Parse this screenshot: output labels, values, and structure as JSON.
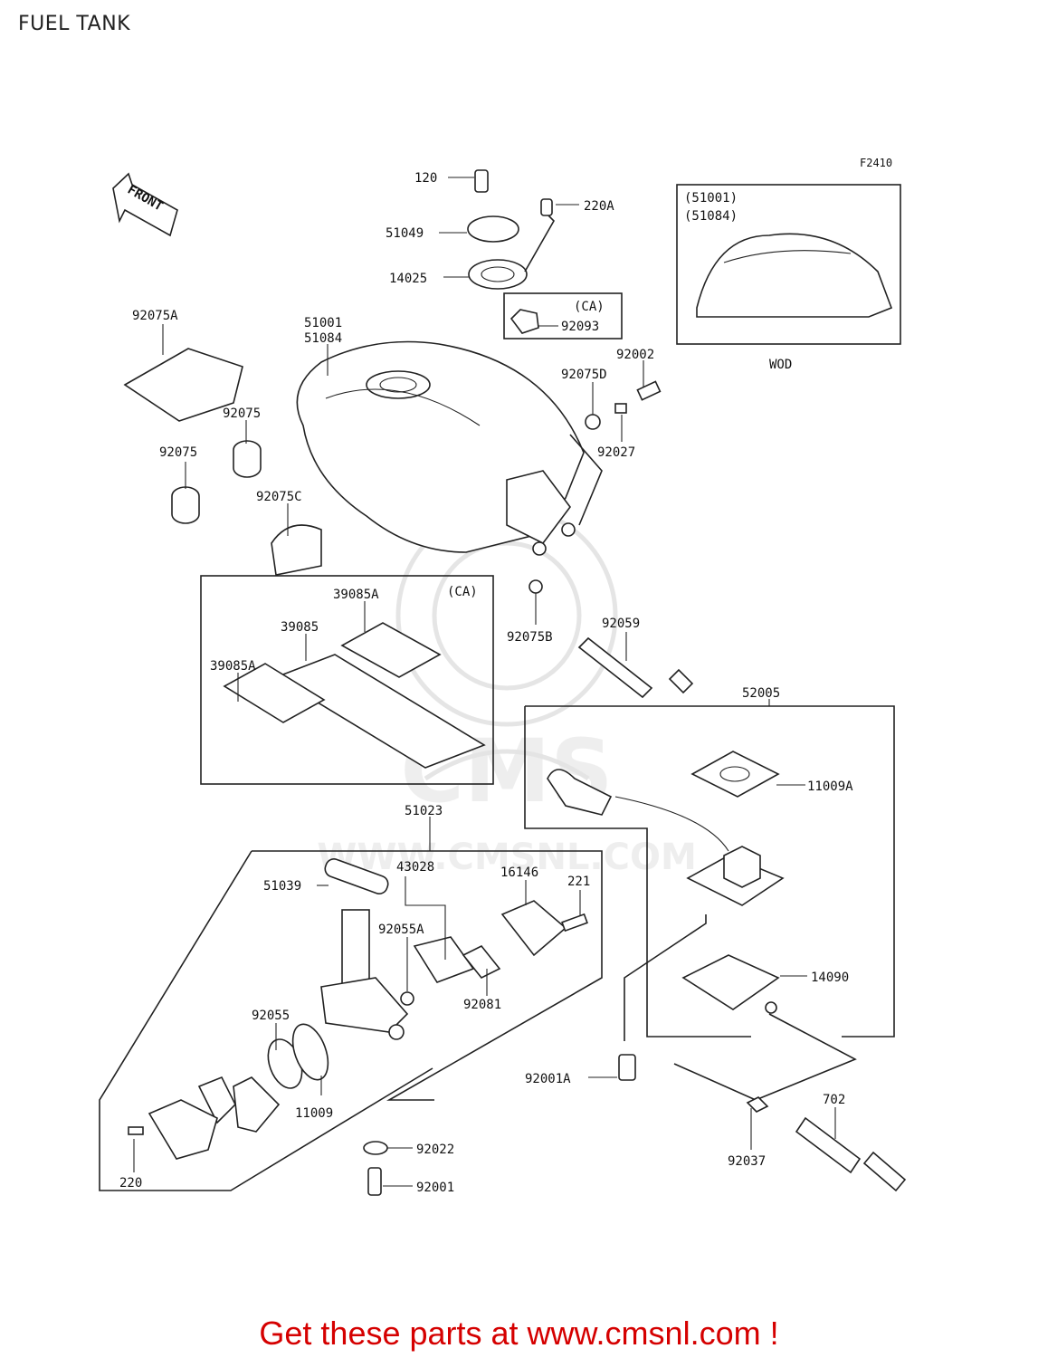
{
  "title": "FUEL TANK",
  "footer": "Get these parts at www.cmsnl.com !",
  "diagram_id": "F2410",
  "front_label": "FRONT",
  "watermark": {
    "brand": "CMS",
    "url": "WWW.CMSNL.COM"
  },
  "inset": {
    "refs": [
      "(51001)",
      "(51084)"
    ],
    "caption": "WOD"
  },
  "groups": {
    "ca_top": "(CA)",
    "ca_labels": "(CA)"
  },
  "labels": {
    "p120": "120",
    "p220a": "220A",
    "p51049": "51049",
    "p14025": "14025",
    "p92093": "92093",
    "p92075a": "92075A",
    "p51001": "51001",
    "p51084": "51084",
    "p92002": "92002",
    "p92075d": "92075D",
    "p92027": "92027",
    "p92075_1": "92075",
    "p92075_2": "92075",
    "p92075c": "92075C",
    "p39085a_1": "39085A",
    "p39085": "39085",
    "p39085a_2": "39085A",
    "p92075b": "92075B",
    "p92059": "92059",
    "p52005": "52005",
    "p11009a": "11009A",
    "p51023": "51023",
    "p43028": "43028",
    "p51039": "51039",
    "p16146": "16146",
    "p221": "221",
    "p92055a": "92055A",
    "p14090": "14090",
    "p92081": "92081",
    "p92055": "92055",
    "p11009": "11009",
    "p92001a": "92001A",
    "p702": "702",
    "p92022": "92022",
    "p92037": "92037",
    "p220": "220",
    "p92001": "92001"
  }
}
